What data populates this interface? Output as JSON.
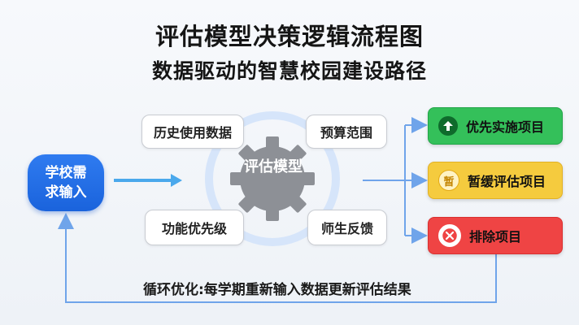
{
  "title": "评估模型决策逻辑流程图",
  "subtitle": "数据驱动的智慧校园建设路径",
  "input_node": {
    "label": "学校需求输入"
  },
  "factors": {
    "history": "历史使用数据",
    "budget": "预算范围",
    "priority": "功能优先级",
    "feedback": "师生反馈"
  },
  "model": {
    "label": "评估模型"
  },
  "outcomes": {
    "priority": {
      "label": "优先实施项目",
      "icon": "arrow-up-icon",
      "color": "#34c05a"
    },
    "defer": {
      "label": "暂缓评估项目",
      "badge": "暂",
      "color": "#f5cb3e"
    },
    "exclude": {
      "label": "排除项目",
      "icon": "x-circle-icon",
      "color": "#ef4444"
    }
  },
  "loop": {
    "label": "循环优化:每学期重新输入数据更新评估结果"
  },
  "colors": {
    "accent": "#2f7bf0",
    "connector": "#6fa4ea",
    "gear": "#8d9096"
  }
}
